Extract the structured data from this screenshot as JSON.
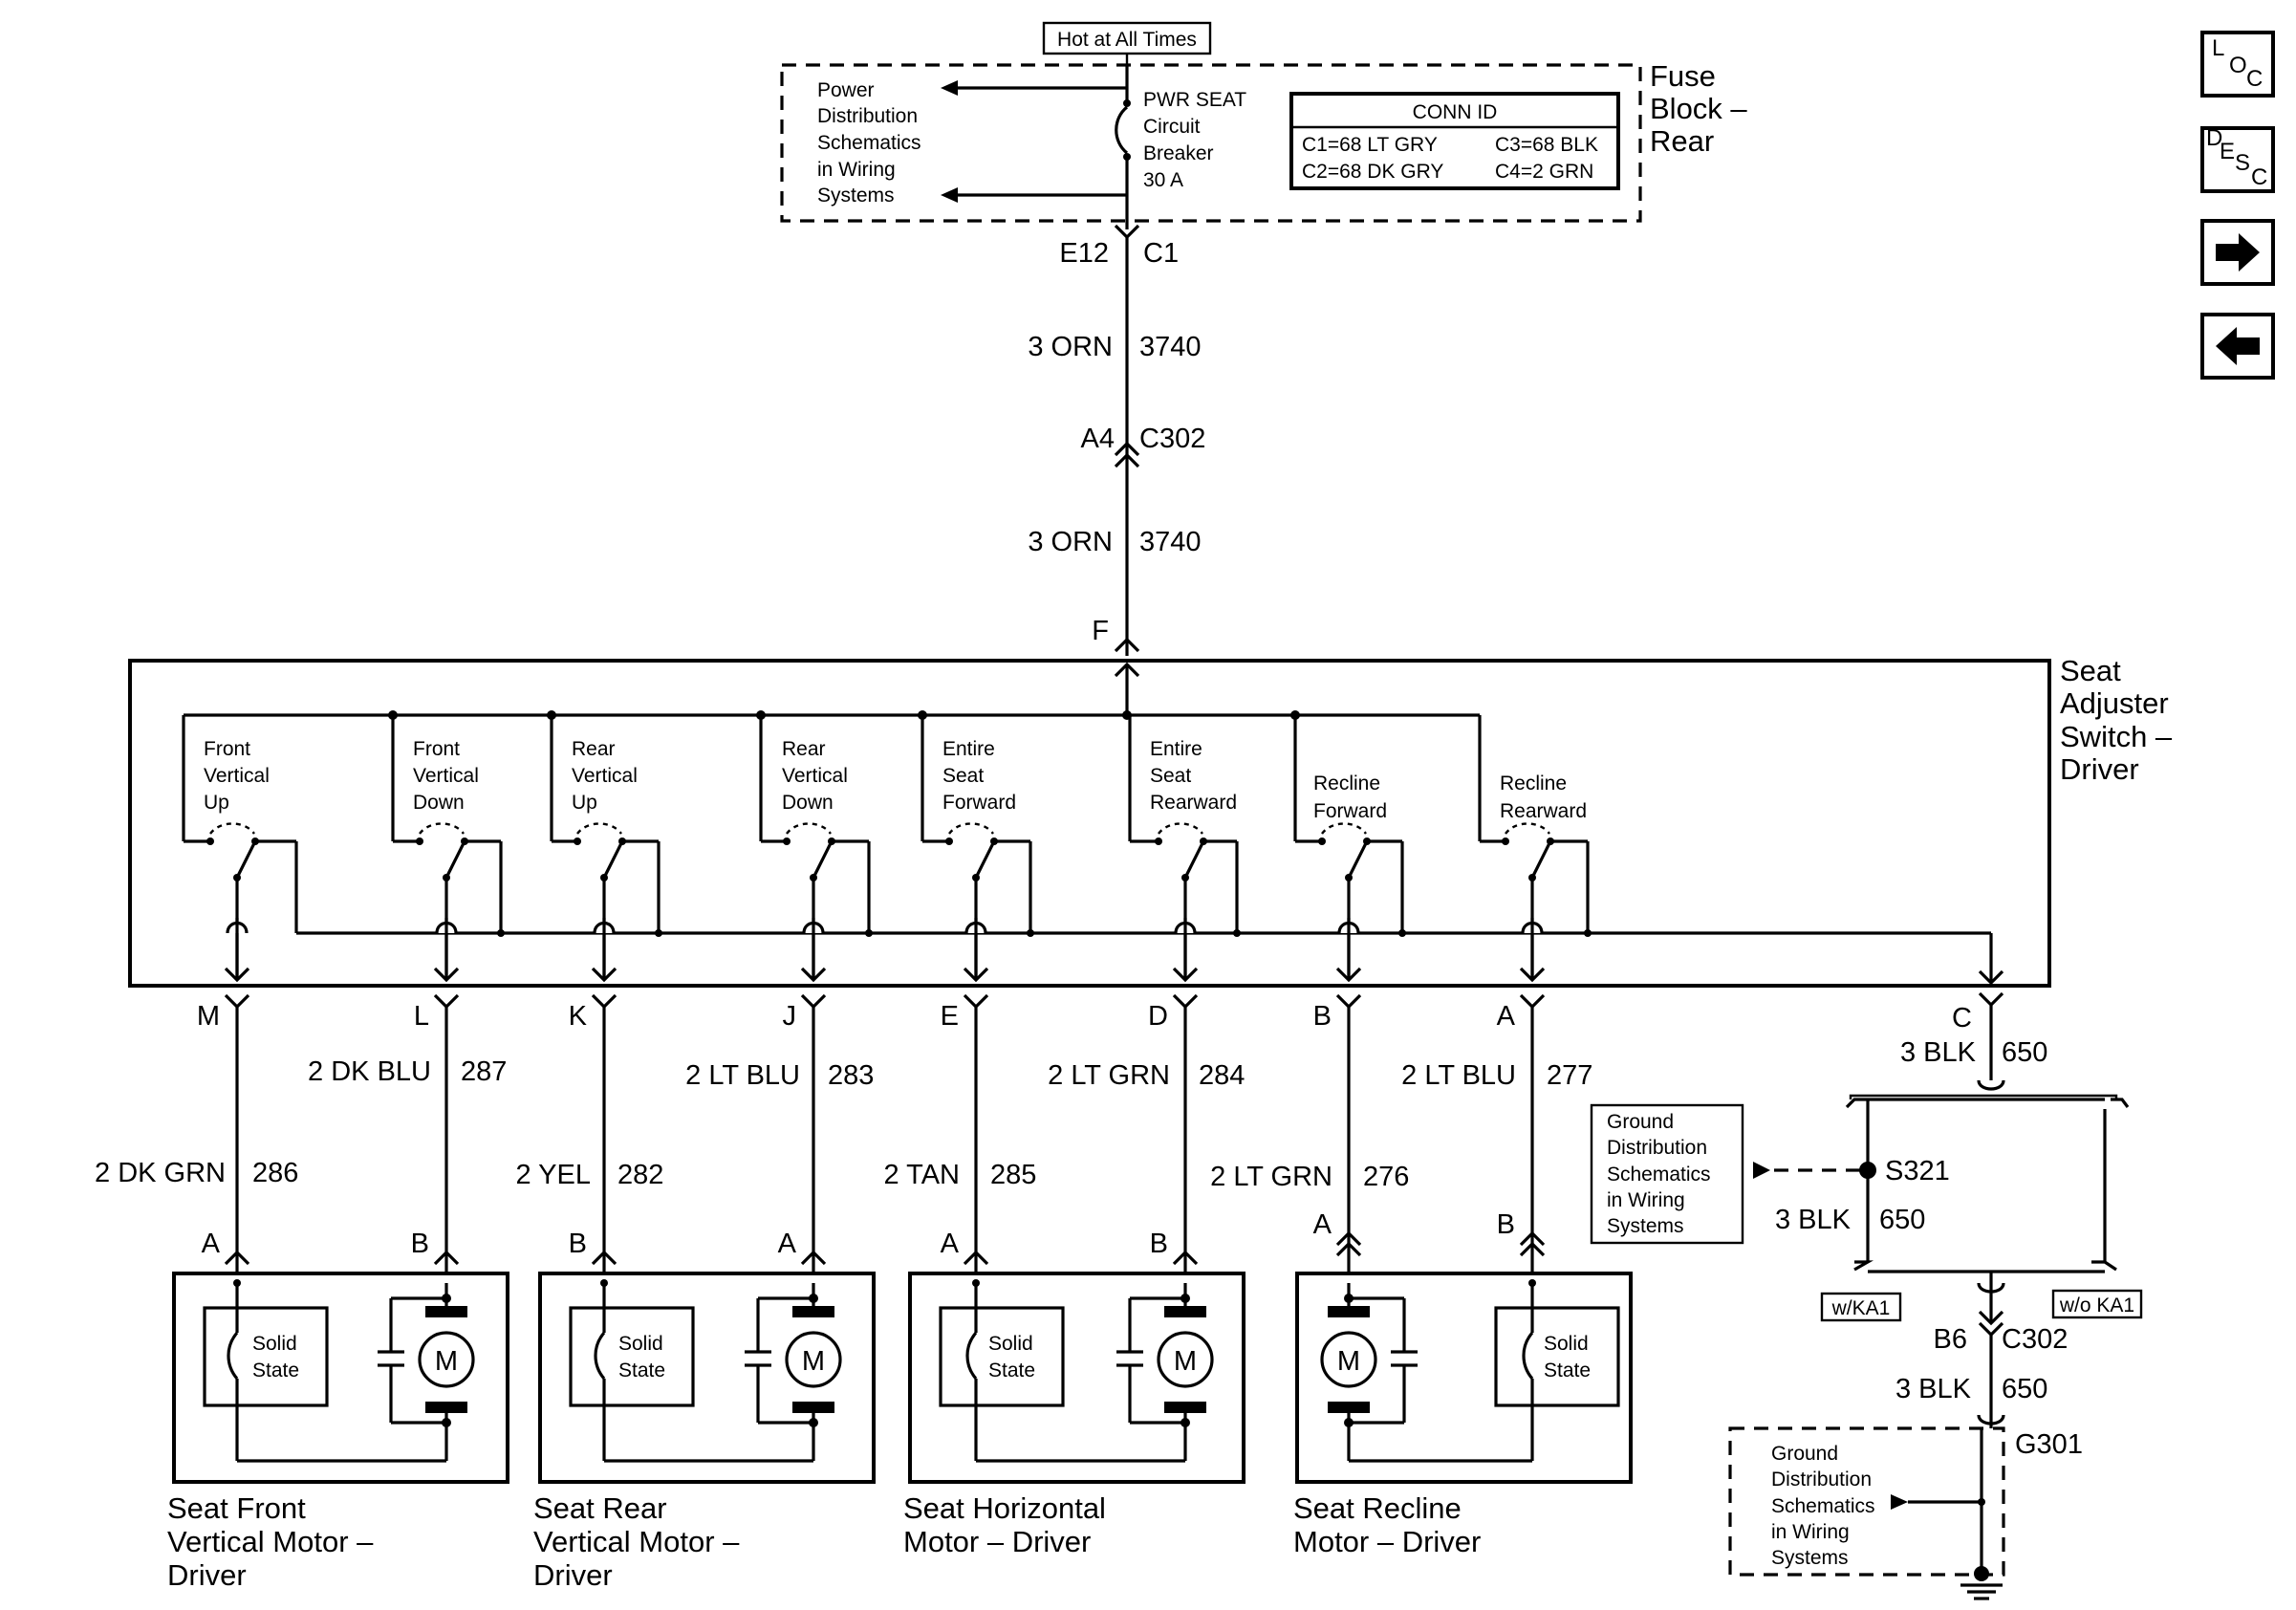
{
  "hot_label": "Hot at All Times",
  "fuse_block": {
    "title": [
      "Fuse",
      "Block –",
      "Rear"
    ],
    "power_ref": [
      "Power",
      "Distribution",
      "Schematics",
      "in Wiring",
      "Systems"
    ],
    "breaker": [
      "PWR SEAT",
      "Circuit",
      "Breaker",
      "30 A"
    ],
    "conn_id": {
      "header": "CONN ID",
      "c1": "C1=68 LT GRY",
      "c2": "C2=68 DK GRY",
      "c3": "C3=68 BLK",
      "c4": "C4=2 GRN"
    }
  },
  "feed": {
    "pin_e12": "E12",
    "conn_c1": "C1",
    "wire1_color": "3 ORN",
    "wire1_circuit": "3740",
    "pin_a4": "A4",
    "conn_c302": "C302",
    "wire2_color": "3 ORN",
    "wire2_circuit": "3740",
    "pin_f": "F"
  },
  "switch_title": [
    "Seat",
    "Adjuster",
    "Switch –",
    "Driver"
  ],
  "switches": [
    [
      "Front",
      "Vertical",
      "Up"
    ],
    [
      "Front",
      "Vertical",
      "Down"
    ],
    [
      "Rear",
      "Vertical",
      "Up"
    ],
    [
      "Rear",
      "Vertical",
      "Down"
    ],
    [
      "Entire",
      "Seat",
      "Forward"
    ],
    [
      "Entire",
      "Seat",
      "Rearward"
    ],
    [
      "Recline",
      "Forward"
    ],
    [
      "Recline",
      "Rearward"
    ]
  ],
  "outputs": [
    {
      "pin": "M",
      "color": "2 DK GRN",
      "circuit": "286",
      "motor_pin": "A"
    },
    {
      "pin": "L",
      "color": "2 DK BLU",
      "circuit": "287",
      "motor_pin": "B"
    },
    {
      "pin": "K",
      "color": "2 YEL",
      "circuit": "282",
      "motor_pin": "B"
    },
    {
      "pin": "J",
      "color": "2 LT BLU",
      "circuit": "283",
      "motor_pin": "A"
    },
    {
      "pin": "E",
      "color": "2 TAN",
      "circuit": "285",
      "motor_pin": "A"
    },
    {
      "pin": "D",
      "color": "2 LT GRN",
      "circuit": "284",
      "motor_pin": "B"
    },
    {
      "pin": "B",
      "color": "2 LT GRN",
      "circuit": "276",
      "motor_pin": "A"
    },
    {
      "pin": "A",
      "color": "2 LT BLU",
      "circuit": "277",
      "motor_pin": "B"
    }
  ],
  "motors": [
    {
      "name": [
        "Seat Front",
        "Vertical Motor –",
        "Driver"
      ]
    },
    {
      "name": [
        "Seat Rear",
        "Vertical Motor –",
        "Driver"
      ]
    },
    {
      "name": [
        "Seat Horizontal",
        "Motor – Driver"
      ]
    },
    {
      "name": [
        "Seat Recline",
        "Motor – Driver"
      ]
    }
  ],
  "solid_state": [
    "Solid",
    "State"
  ],
  "motor_symbol": "M",
  "ground": {
    "pin_c": "C",
    "wire_color": "3 BLK",
    "wire_circuit": "650",
    "gnd_ref": [
      "Ground",
      "Distribution",
      "Schematics",
      "in Wiring",
      "Systems"
    ],
    "splice": "S321",
    "wire2_color": "3 BLK",
    "wire2_circuit": "650",
    "with_ka1": "w/KA1",
    "without_ka1": "w/o KA1",
    "pin_b6": "B6",
    "conn_c302": "C302",
    "wire3_color": "3 BLK",
    "wire3_circuit": "650",
    "ground_id": "G301",
    "gnd_ref2": [
      "Ground",
      "Distribution",
      "Schematics",
      "in Wiring",
      "Systems"
    ]
  },
  "nav": {
    "loc": [
      "L",
      "O",
      "C"
    ],
    "desc": [
      "D",
      "E",
      "S",
      "C"
    ],
    "next_icon": "arrow-right-icon",
    "prev_icon": "arrow-left-icon"
  }
}
